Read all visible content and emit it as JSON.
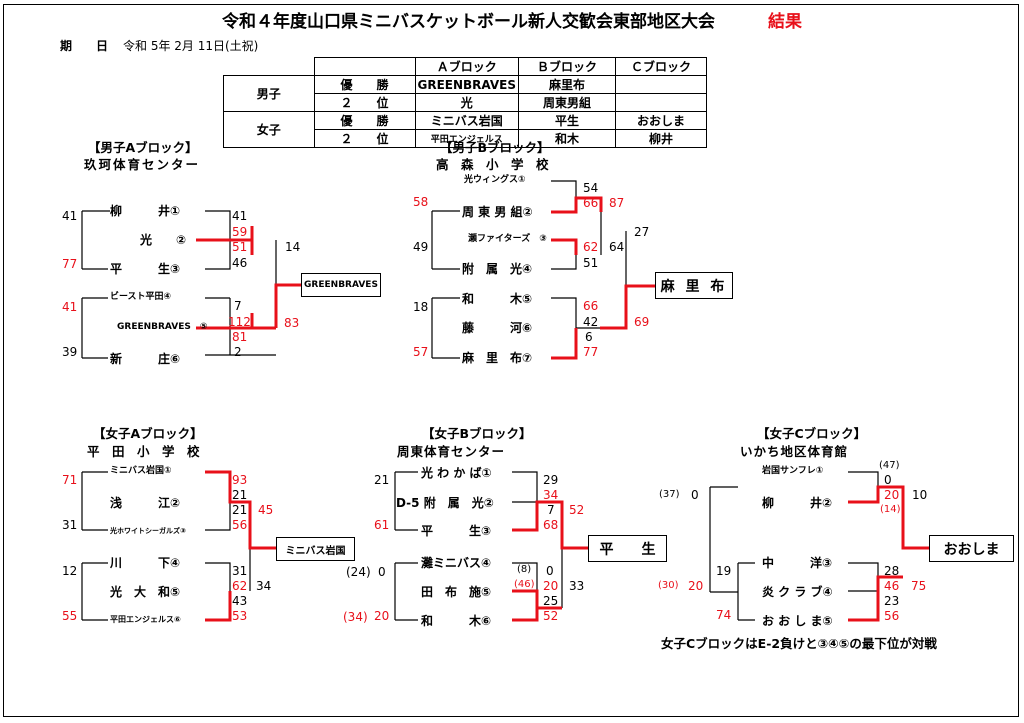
{
  "title": "令和４年度山口県ミニバスケットボール新人交歓会東部地区大会",
  "title_result": "結果",
  "date_label": "期　　日",
  "date_value": "令和 5年 2月 11日(土祝)",
  "colors": {
    "winner": "#e8101a",
    "text": "#000000"
  },
  "results": {
    "headers": [
      "Ａブロック",
      "Ｂブロック",
      "Ｃブロック"
    ],
    "rows": [
      {
        "group": "男子",
        "rank": "優　　勝",
        "a": "GREENBRAVES",
        "b": "麻里布",
        "c": ""
      },
      {
        "group": "",
        "rank": "２　　位",
        "a": "光",
        "b": "周東男組",
        "c": ""
      },
      {
        "group": "女子",
        "rank": "優　　勝",
        "a": "ミニバス岩国",
        "b": "平生",
        "c": "おおしま"
      },
      {
        "group": "",
        "rank": "２　　位",
        "a": "平田エンジェルス",
        "b": "和木",
        "c": "柳井"
      }
    ]
  },
  "bA": {
    "head": "【男子Aブロック】",
    "venue": "玖珂体育センター",
    "t1": "柳　　　井①",
    "t2": "光　　②",
    "t3": "平　　　生③",
    "t4": "ビースト平田④",
    "t5": "GREENBRAVES　⑤",
    "t6": "新　　　庄⑥",
    "n1": "41",
    "n2": "41",
    "n3": "59",
    "n4": "51",
    "n5": "46",
    "n6": "14",
    "n7": "77",
    "n8": "41",
    "n9": "7",
    "n10": "112",
    "n11": "81",
    "n12": "2",
    "n13": "83",
    "n14": "39",
    "winner": "GREENBRAVES"
  },
  "bB": {
    "head": "【男子Bブロック】",
    "venue": "高　森　小　学　校",
    "t1": "光ウィングス①",
    "t2": "周 東 男 組②",
    "t3": "瀬ファイターズ　③",
    "t4": "附　属　光④",
    "t5": "和　　　木⑤",
    "t6": "藤　　　河⑥",
    "t7": "麻　里　布⑦",
    "n1": "54",
    "n2": "58",
    "n3": "66",
    "n4": "87",
    "n5": "27",
    "n6": "49",
    "n7": "62",
    "n8": "64",
    "n9": "51",
    "n10": "18",
    "n11": "66",
    "n12": "42",
    "n13": "6",
    "n14": "69",
    "n15": "57",
    "n16": "77",
    "winner": "麻 里 布"
  },
  "gA": {
    "head": "【女子Aブロック】",
    "venue": "平　田　小　学　校",
    "t1": "ミニバス岩国①",
    "t2": "浅　　　江②",
    "t3": "光ホワイトシーガルズ③",
    "t4": "川　　　下④",
    "t5": "光　大　和⑤",
    "t6": "平田エンジェルス⑥",
    "n1": "71",
    "n2": "93",
    "n3": "21",
    "n4": "21",
    "n5": "56",
    "n6": "45",
    "n7": "31",
    "n8": "12",
    "n9": "31",
    "n10": "62",
    "n11": "34",
    "n12": "43",
    "n13": "53",
    "n14": "55",
    "winner": "ミニバス岩国"
  },
  "gB": {
    "head": "【女子Bブロック】",
    "venue": "周東体育センター",
    "t1": "光 わ か ば①",
    "t2": "D-5 附　属　光②",
    "t3": "平　　　生③",
    "t4": "灘ミニバス④",
    "t5": "田　布　施⑤",
    "t6": "和　　　木⑥",
    "n1": "21",
    "n2": "29",
    "n3": "34",
    "n4": "7",
    "n5": "52",
    "n6": "61",
    "n7": "68",
    "n8": "(24)",
    "n9": "0",
    "n10": "(8)",
    "n11": "0",
    "n12": "(46)",
    "n13": "20",
    "n14": "33",
    "n15": "25",
    "n16": "(34)",
    "n17": "20",
    "n18": "52",
    "winner": "平　　生"
  },
  "gC": {
    "head": "【女子Cブロック】",
    "venue": "いかち地区体育館",
    "t1": "岩国サンフレ①",
    "t2": "柳　　　井②",
    "t3": "中　　　洋③",
    "t4": "炎 ク ラ ブ④",
    "t5": "お お し ま⑤",
    "n1": "(47)",
    "n2": "0",
    "n3": "10",
    "n4": "20",
    "n5": "(14)",
    "n6": "(37)",
    "n7": "0",
    "n8": "19",
    "n9": "28",
    "n10": "46",
    "n11": "75",
    "n12": "23",
    "n13": "56",
    "n14": "(30)",
    "n15": "20",
    "n16": "74",
    "winner": "おおしま",
    "note": "女子CブロックはE-2負けと③④⑤の最下位が対戦"
  }
}
